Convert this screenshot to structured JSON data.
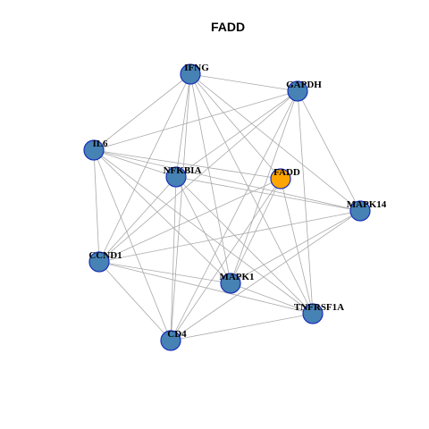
{
  "title": "FADD",
  "colors": {
    "default_node": "#4682b4",
    "highlight_node": "#ffa500",
    "node_border": "#1a2fb8",
    "edge": "#a9a9a9"
  },
  "nodes": [
    {
      "id": "IFNG",
      "label": "IFNG",
      "highlight": false
    },
    {
      "id": "GAPDH",
      "label": "GAPDH",
      "highlight": false
    },
    {
      "id": "IL6",
      "label": "IL6",
      "highlight": false
    },
    {
      "id": "NFKBIA",
      "label": "NFKBIA",
      "highlight": false
    },
    {
      "id": "FADD",
      "label": "FADD",
      "highlight": true
    },
    {
      "id": "MAPK14",
      "label": "MAPK14",
      "highlight": false
    },
    {
      "id": "CCND1",
      "label": "CCND1",
      "highlight": false
    },
    {
      "id": "MAPK1",
      "label": "MAPK1",
      "highlight": false
    },
    {
      "id": "TNFRSF1A",
      "label": "TNFRSF1A",
      "highlight": false
    },
    {
      "id": "CD4",
      "label": "CD4",
      "highlight": false
    }
  ],
  "edges": [
    [
      "IFNG",
      "GAPDH"
    ],
    [
      "IFNG",
      "IL6"
    ],
    [
      "IFNG",
      "NFKBIA"
    ],
    [
      "IFNG",
      "FADD"
    ],
    [
      "IFNG",
      "MAPK14"
    ],
    [
      "IFNG",
      "CCND1"
    ],
    [
      "IFNG",
      "MAPK1"
    ],
    [
      "IFNG",
      "TNFRSF1A"
    ],
    [
      "IFNG",
      "CD4"
    ],
    [
      "GAPDH",
      "IL6"
    ],
    [
      "GAPDH",
      "NFKBIA"
    ],
    [
      "GAPDH",
      "MAPK14"
    ],
    [
      "GAPDH",
      "CCND1"
    ],
    [
      "GAPDH",
      "MAPK1"
    ],
    [
      "GAPDH",
      "TNFRSF1A"
    ],
    [
      "GAPDH",
      "CD4"
    ],
    [
      "IL6",
      "NFKBIA"
    ],
    [
      "IL6",
      "FADD"
    ],
    [
      "IL6",
      "MAPK14"
    ],
    [
      "IL6",
      "CCND1"
    ],
    [
      "IL6",
      "MAPK1"
    ],
    [
      "IL6",
      "TNFRSF1A"
    ],
    [
      "IL6",
      "CD4"
    ],
    [
      "NFKBIA",
      "MAPK14"
    ],
    [
      "NFKBIA",
      "CCND1"
    ],
    [
      "NFKBIA",
      "MAPK1"
    ],
    [
      "NFKBIA",
      "TNFRSF1A"
    ],
    [
      "NFKBIA",
      "CD4"
    ],
    [
      "FADD",
      "CCND1"
    ],
    [
      "FADD",
      "MAPK1"
    ],
    [
      "FADD",
      "TNFRSF1A"
    ],
    [
      "FADD",
      "CD4"
    ],
    [
      "MAPK14",
      "CCND1"
    ],
    [
      "MAPK14",
      "MAPK1"
    ],
    [
      "MAPK14",
      "CD4"
    ],
    [
      "CCND1",
      "MAPK1"
    ],
    [
      "CCND1",
      "TNFRSF1A"
    ],
    [
      "CCND1",
      "CD4"
    ],
    [
      "MAPK1",
      "TNFRSF1A"
    ],
    [
      "TNFRSF1A",
      "CD4"
    ]
  ]
}
